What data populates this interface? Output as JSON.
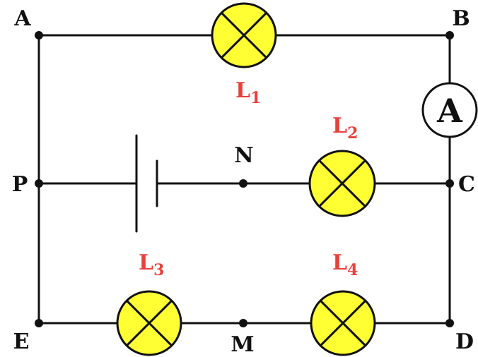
{
  "colors": {
    "wire": "#111111",
    "lamp_fill": "#ffff33",
    "lamp_label": "#e8413c",
    "point_label": "#111111"
  },
  "points": {
    "A": "A",
    "B": "B",
    "C": "C",
    "D": "D",
    "E": "E",
    "P": "P",
    "N": "N",
    "M": "M"
  },
  "lamps": {
    "L1": {
      "letter": "L",
      "sub": "1"
    },
    "L2": {
      "letter": "L",
      "sub": "2"
    },
    "L3": {
      "letter": "L",
      "sub": "3"
    },
    "L4": {
      "letter": "L",
      "sub": "4"
    }
  },
  "ammeter": {
    "label": "A"
  }
}
